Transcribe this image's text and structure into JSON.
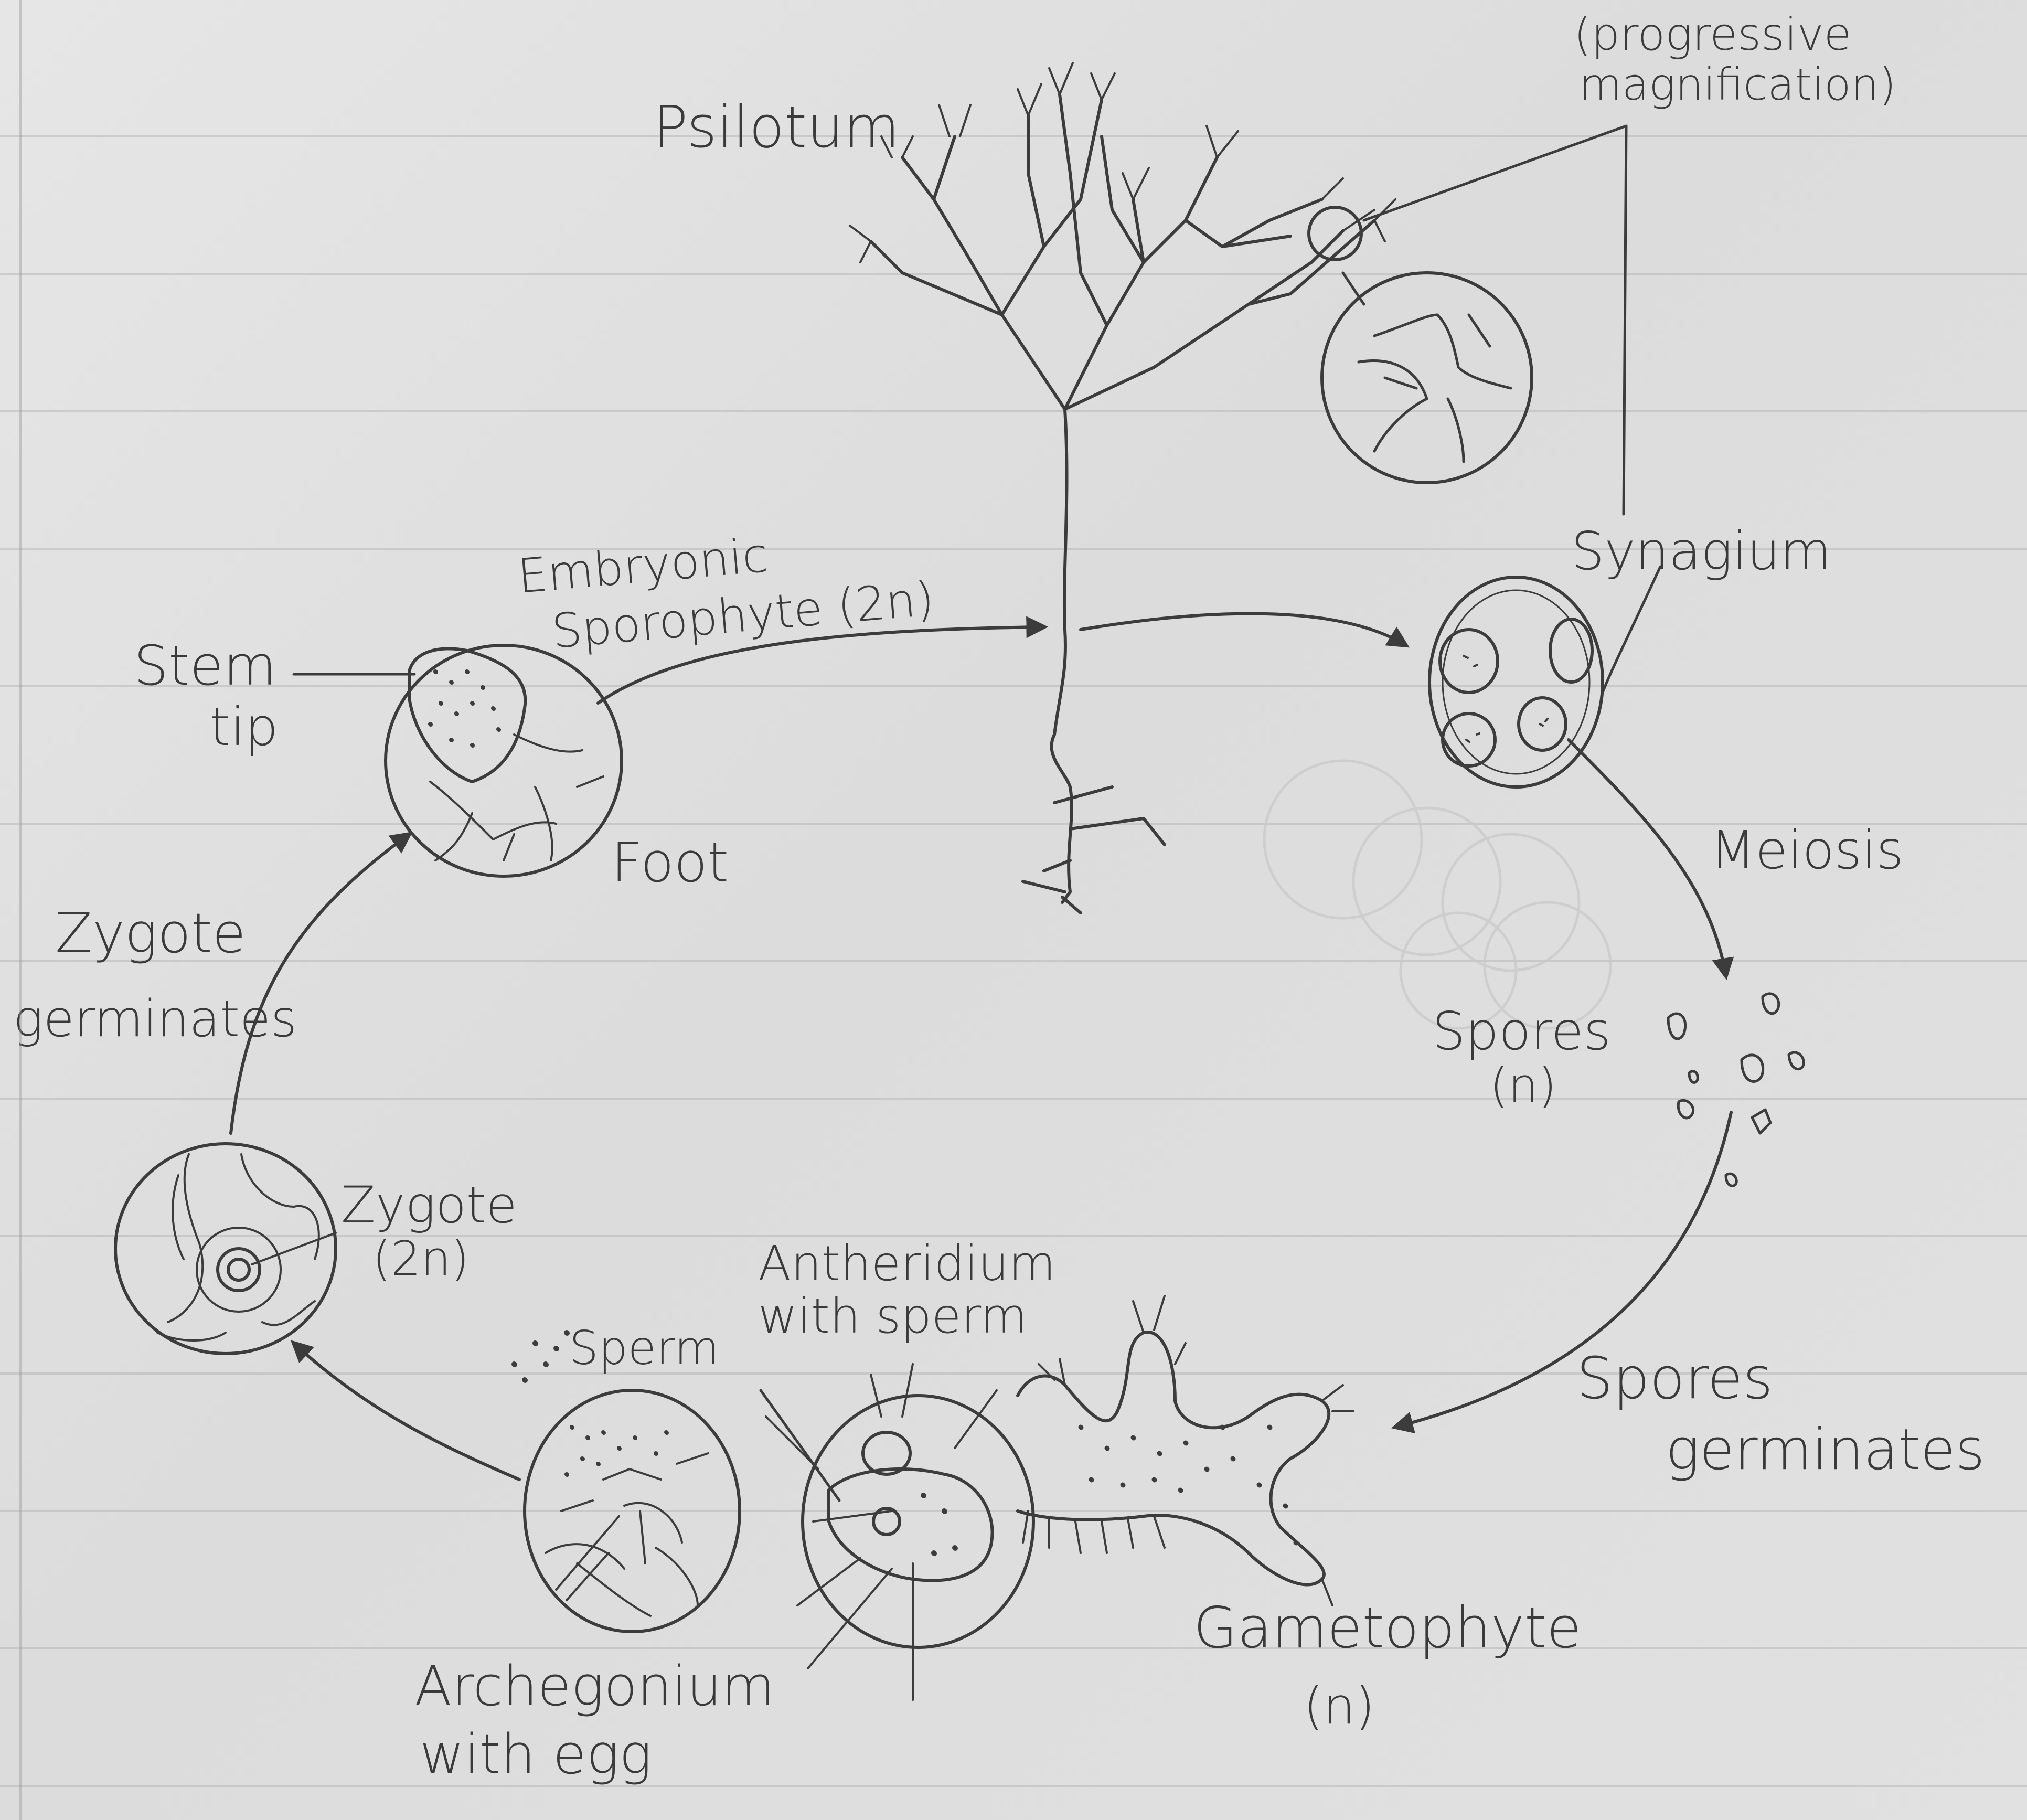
{
  "labels": {
    "psilotum": "Psilotum",
    "progressive_1": "(progressive",
    "progressive_2": "magnification)",
    "synagium": "Synagium",
    "meiosis": "Meiosis",
    "spores": "Spores",
    "spores_n": "(n)",
    "spores_germinates_1": "Spores",
    "spores_germinates_2": "germinates",
    "gametophyte": "Gametophyte",
    "gametophyte_n": "(n)",
    "antheridium_1": "Antheridium",
    "antheridium_2": "with sperm",
    "sperm": "Sperm",
    "archegonium_1": "Archegonium",
    "archegonium_2": "with egg",
    "zygote": "Zygote",
    "zygote_2n": "(2n)",
    "zygote_germinates_1": "Zygote",
    "zygote_germinates_2": "germinates",
    "stem_tip_1": "Stem",
    "stem_tip_2": "tip",
    "foot": "Foot",
    "embryonic_1": "Embryonic",
    "embryonic_2": "Sporophyte (2n)"
  },
  "colors": {
    "ink": "#3c3c3c",
    "paper": "#e2e2e2",
    "rule": "#b7b7b7"
  }
}
